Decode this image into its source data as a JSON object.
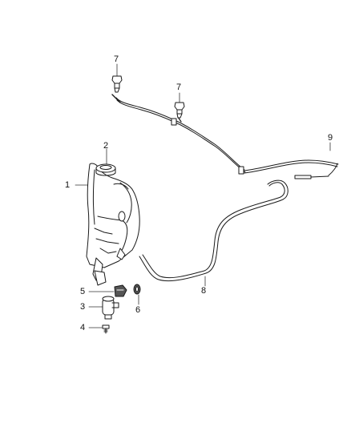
{
  "callouts": [
    {
      "id": "c1",
      "label": "1"
    },
    {
      "id": "c2",
      "label": "2"
    },
    {
      "id": "c3",
      "label": "3"
    },
    {
      "id": "c4",
      "label": "4"
    },
    {
      "id": "c5",
      "label": "5"
    },
    {
      "id": "c6",
      "label": "6"
    },
    {
      "id": "c7a",
      "label": "7"
    },
    {
      "id": "c7b",
      "label": "7"
    },
    {
      "id": "c8",
      "label": "8"
    },
    {
      "id": "c9",
      "label": "9"
    }
  ],
  "colors": {
    "line": "#1a1a1a",
    "shade": "#555555",
    "background": "#ffffff"
  }
}
